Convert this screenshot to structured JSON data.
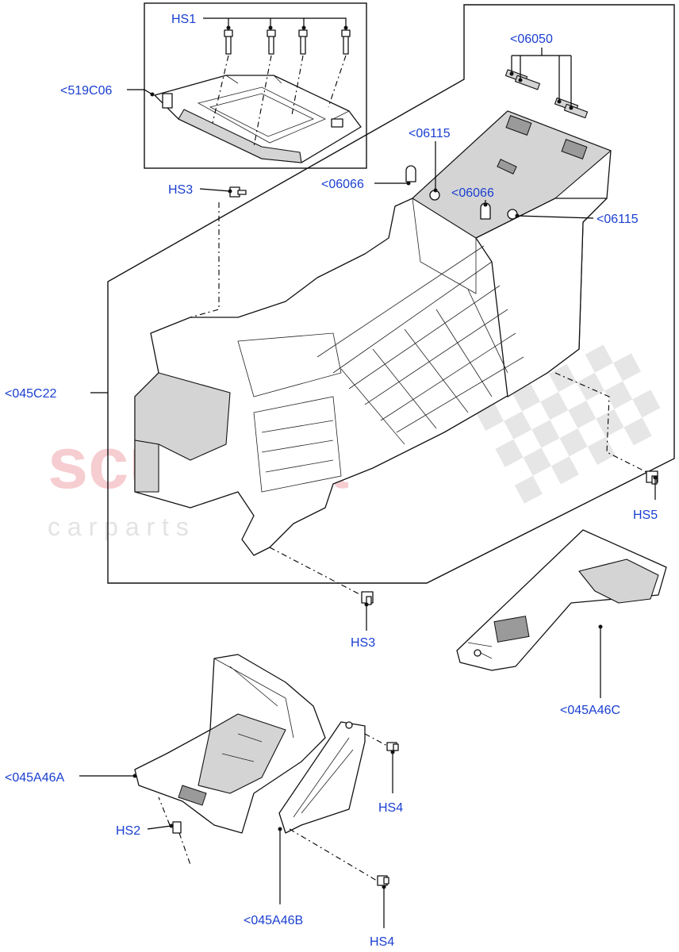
{
  "watermark": {
    "main": "scuderia",
    "sub": "c a r p a r t s"
  },
  "callouts": {
    "hs1": "HS1",
    "c519c06": "<519C06",
    "c06050": "<06050",
    "c06115_top": "<06115",
    "c06066_left": "<06066",
    "c06066_right": "<06066",
    "c06115_right": "<06115",
    "hs3_top": "HS3",
    "c045c22": "<045C22",
    "hs5": "HS5",
    "hs3_bottom": "HS3",
    "c045a46c": "<045A46C",
    "c045a46a": "<045A46A",
    "hs2": "HS2",
    "hs4_upper": "HS4",
    "c045a46b": "<045A46B",
    "hs4_lower": "HS4"
  }
}
